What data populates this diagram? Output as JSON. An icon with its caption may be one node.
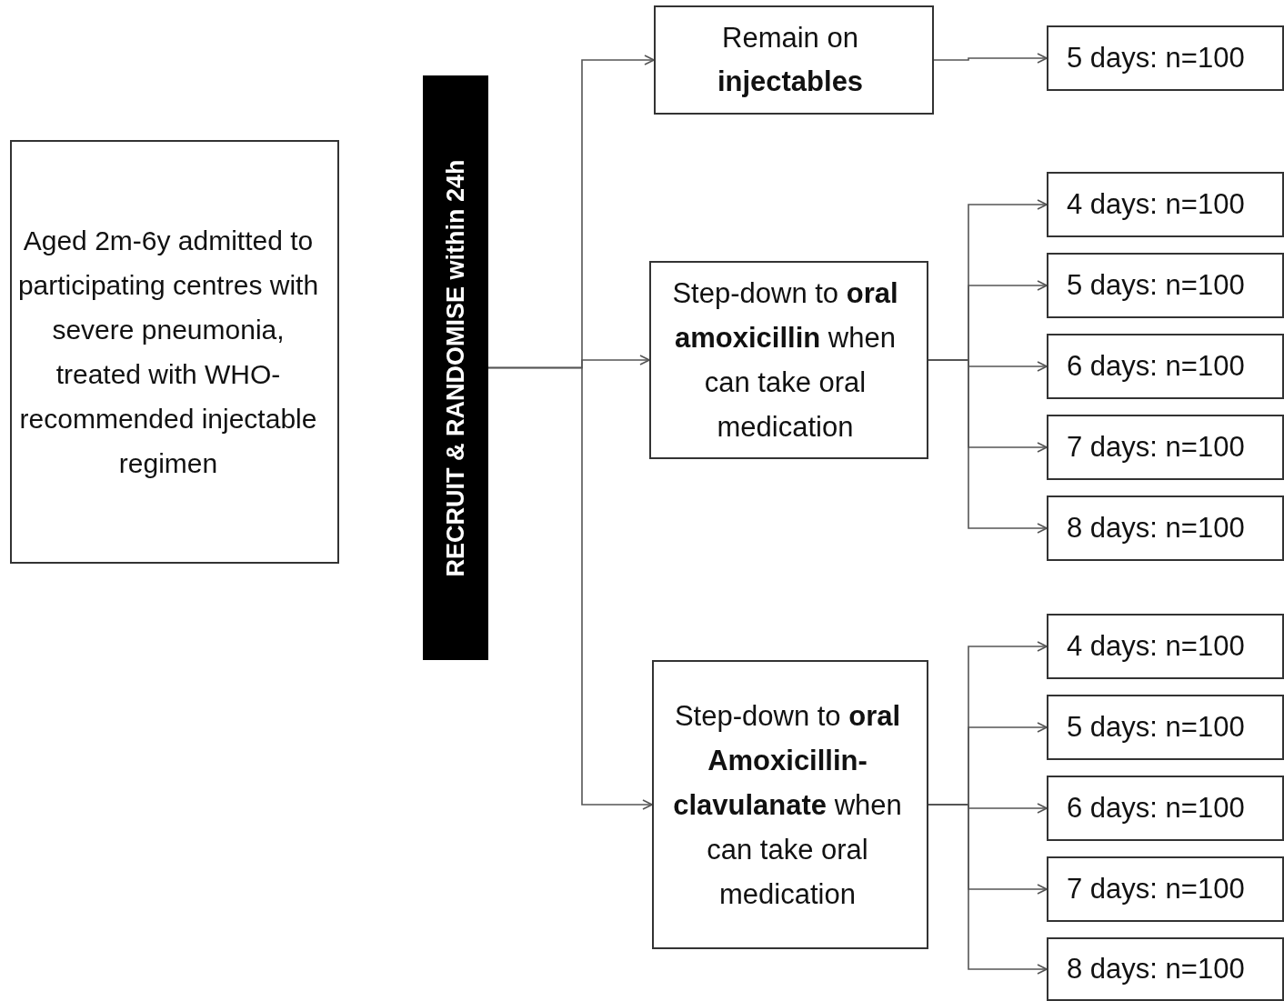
{
  "diagram": {
    "nodes": [
      {
        "text": [
          "Aged 2m-6y admitted to participating centres with severe pneumonia, treated with WHO-recommended injectable regimen"
        ]
      },
      {
        "text": [
          "RECRUIT & RANDOMISE within 24h"
        ]
      },
      {
        "text": [
          "Remain on **injectables**"
        ]
      },
      {
        "text": [
          "Step-down to **oral amoxicillin** when can take oral medication"
        ]
      },
      {
        "text": [
          "Step-down to **oral Amoxicillin-clavulanate** when can take oral medication"
        ]
      },
      {
        "text": [
          "5 days: n=100"
        ]
      },
      {
        "text": [
          "4 days: n=100"
        ]
      },
      {
        "text": [
          "5 days: n=100"
        ]
      },
      {
        "text": [
          "6 days: n=100"
        ]
      },
      {
        "text": [
          "7 days: n=100"
        ]
      },
      {
        "text": [
          "8 days: n=100"
        ]
      },
      {
        "text": [
          "4 days: n=100"
        ]
      },
      {
        "text": [
          "5 days: n=100"
        ]
      },
      {
        "text": [
          "6 days: n=100"
        ]
      },
      {
        "text": [
          "7 days: n=100"
        ]
      },
      {
        "text": [
          "8 days: n=100"
        ]
      }
    ],
    "edges": [
      {
        "from": 1,
        "to": 2,
        "arrow": "to"
      },
      {
        "from": 1,
        "to": 3,
        "arrow": "to"
      },
      {
        "from": 1,
        "to": 4,
        "arrow": "to"
      },
      {
        "from": 2,
        "to": 5,
        "arrow": "to"
      },
      {
        "from": 3,
        "to": 6,
        "arrow": "to"
      },
      {
        "from": 3,
        "to": 7,
        "arrow": "to"
      },
      {
        "from": 3,
        "to": 8,
        "arrow": "to"
      },
      {
        "from": 3,
        "to": 9,
        "arrow": "to"
      },
      {
        "from": 3,
        "to": 10,
        "arrow": "to"
      },
      {
        "from": 4,
        "to": 11,
        "arrow": "to"
      },
      {
        "from": 4,
        "to": 12,
        "arrow": "to"
      },
      {
        "from": 4,
        "to": 13,
        "arrow": "to"
      },
      {
        "from": 4,
        "to": 14,
        "arrow": "to"
      },
      {
        "from": 4,
        "to": 15,
        "arrow": "to"
      }
    ]
  }
}
